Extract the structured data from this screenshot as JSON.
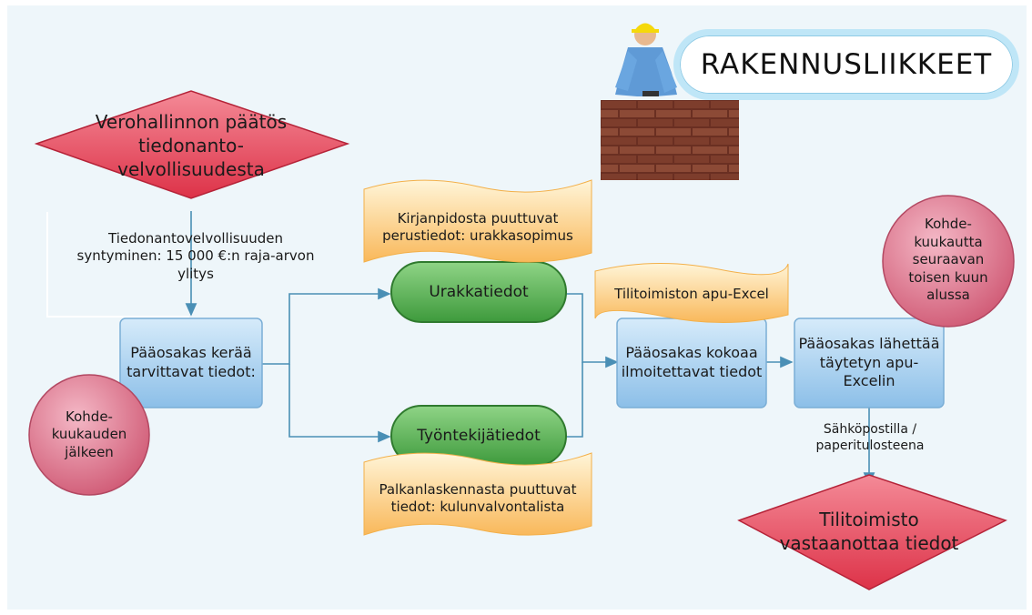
{
  "header": {
    "title": "RAKENNUSLIIKKEET"
  },
  "illustration": {
    "icon": "construction-worker-icon",
    "wall": "brick-wall-icon"
  },
  "nodes": {
    "vero": "Verohallinnon päätös\ntiedonanto-\nvelvollisuudesta",
    "threshold": "Tiedonantovelvollisuuden\nsyntyminen: 15 000 €:n raja-arvon\nylitys",
    "collect": "Pääosakas kerää\ntarvittavat tiedot:",
    "after_month": "Kohde-\nkuukauden\njälkeen",
    "urakka": "Urakkatiedot",
    "tyontekija": "Työntekijätiedot",
    "kirjanpito_note": "Kirjanpidosta puuttuvat\nperustiedot: urakkasopimus",
    "palkka_note": "Palkanlaskennasta puuttuvat\ntiedot: kulunvalvontalista",
    "excel_note": "Tilitoimiston apu-Excel",
    "compile": "Pääosakas kokoaa\nilmoitettavat tiedot",
    "send": "Pääosakas lähettää\ntäytetyn apu-\nExcelin",
    "send_month": "Kohde-\nkuukautta\nseuraavan\ntoisen kuun\nalussa",
    "send_method": "Sähköpostilla /\npaperitulosteena",
    "receive": "Tilitoimisto\nvastaanottaa tiedot"
  },
  "colors": {
    "red_diamond": "#e8495b",
    "blue_box": "#aed4f1",
    "green_pill": "#4faa4c",
    "pink_circle": "#d9677e",
    "orange_banner": "#f9c56a",
    "connector": "#4a8fb5"
  }
}
